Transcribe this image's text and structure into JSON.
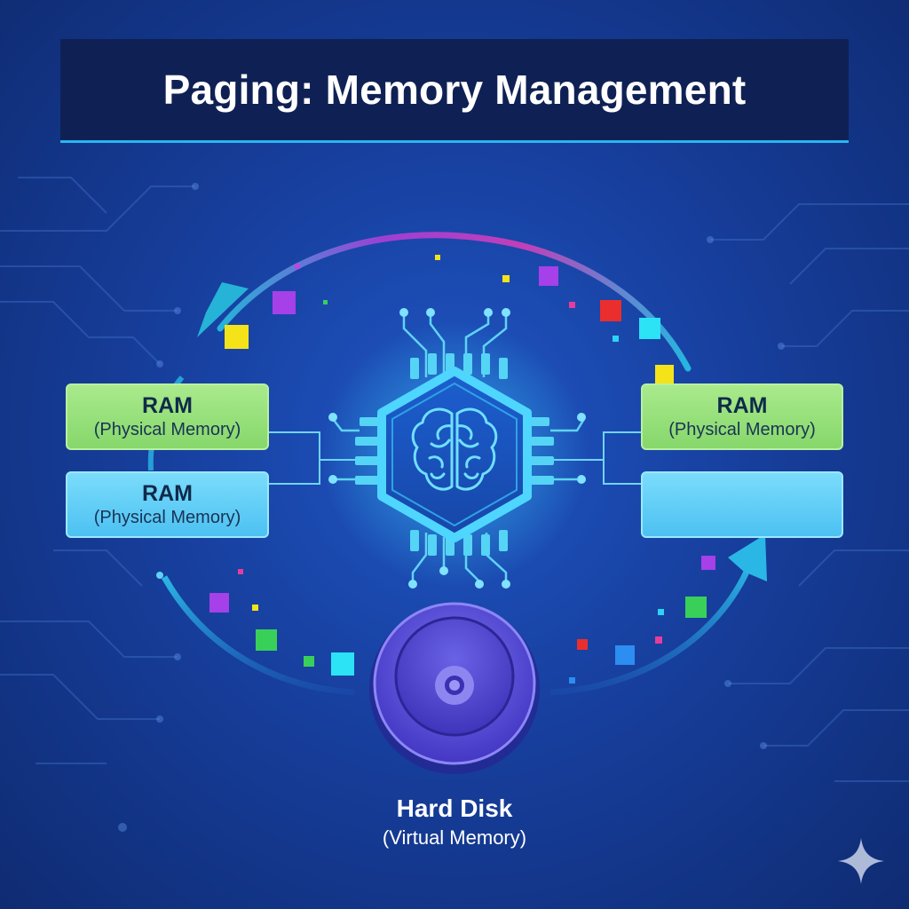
{
  "header": {
    "title": "Paging: Memory Management"
  },
  "left_top_box": {
    "name": "RAM",
    "subtitle": "(Physical Memory)",
    "color": "#95df78"
  },
  "left_bottom_box": {
    "name": "RAM",
    "subtitle": "(Physical Memory)",
    "color": "#5ecbf6"
  },
  "right_top_box": {
    "name": "RAM",
    "subtitle": "(Physical Memory)",
    "color": "#95df78"
  },
  "right_bottom_box": {
    "name": "",
    "subtitle": "",
    "color": "#5ecbf6"
  },
  "disk": {
    "name": "Hard Disk",
    "subtitle": "(Virtual Memory)",
    "color": "#5a4fd8"
  },
  "icons": {
    "cpu": "cpu-chip-icon",
    "brain": "brain-icon",
    "disk": "disk-icon",
    "sparkle": "sparkle-icon"
  },
  "colors": {
    "background": "#173f9e",
    "title_bar": "#0f2154",
    "accent": "#27b6f0",
    "arc_top": "#b03fd0"
  }
}
